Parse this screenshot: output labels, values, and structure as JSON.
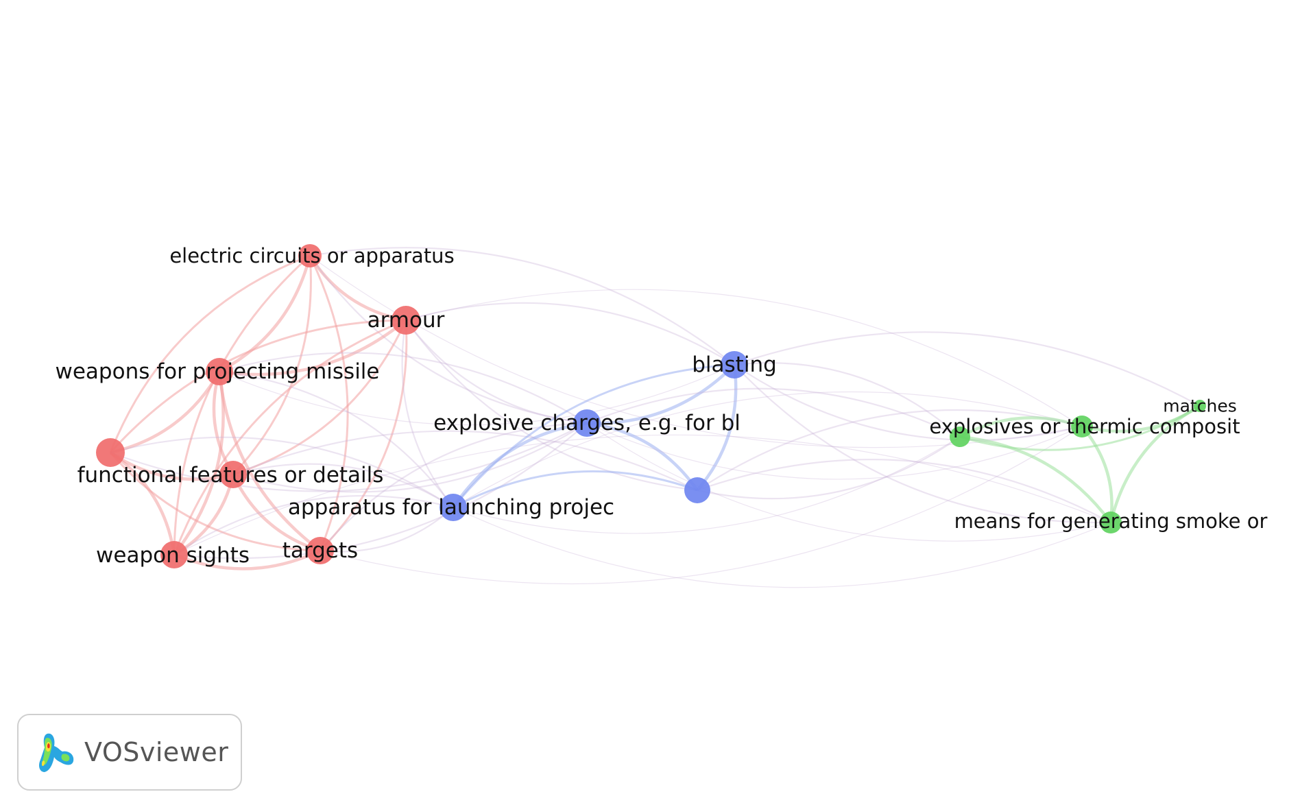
{
  "colors": {
    "cluster_red": "#f06d6d",
    "cluster_blue": "#6f86f0",
    "cluster_green": "#5fd35f",
    "edge_red": "#f2a0a0",
    "edge_blue": "#9aaef0",
    "edge_green": "#9be09b",
    "edge_mixed": "#c8b3d8"
  },
  "logo": {
    "text": "VOSviewer",
    "icon": "vosviewer-density-icon"
  },
  "nodes": [
    {
      "id": "electric-circuits",
      "label": "electric circuits or apparatus",
      "cluster": "red"
    },
    {
      "id": "armour",
      "label": "armour",
      "cluster": "red"
    },
    {
      "id": "weapons-projecting",
      "label": "weapons for projecting missile",
      "cluster": "red"
    },
    {
      "id": "functional-dot",
      "label": "",
      "cluster": "red"
    },
    {
      "id": "functional-features",
      "label": "functional features or details",
      "cluster": "red"
    },
    {
      "id": "weapon-sights",
      "label": "weapon sights",
      "cluster": "red"
    },
    {
      "id": "targets",
      "label": "targets",
      "cluster": "red"
    },
    {
      "id": "blasting",
      "label": "blasting",
      "cluster": "blue"
    },
    {
      "id": "explosive-charges",
      "label": "explosive charges, e.g. for bl",
      "cluster": "blue"
    },
    {
      "id": "apparatus-launching",
      "label": "apparatus for launching projec",
      "cluster": "blue"
    },
    {
      "id": "blue-unlabeled",
      "label": "",
      "cluster": "blue"
    },
    {
      "id": "explosives-thermic",
      "label": "explosives or thermic composit",
      "cluster": "green"
    },
    {
      "id": "green-left",
      "label": "",
      "cluster": "green"
    },
    {
      "id": "matches",
      "label": "matches",
      "cluster": "green"
    },
    {
      "id": "smoke",
      "label": "means for generating smoke or",
      "cluster": "green"
    }
  ],
  "edges": [
    [
      "electric-circuits",
      "armour"
    ],
    [
      "electric-circuits",
      "weapons-projecting"
    ],
    [
      "electric-circuits",
      "functional-dot"
    ],
    [
      "electric-circuits",
      "functional-features"
    ],
    [
      "electric-circuits",
      "weapon-sights"
    ],
    [
      "electric-circuits",
      "targets"
    ],
    [
      "electric-circuits",
      "explosive-charges"
    ],
    [
      "electric-circuits",
      "blasting"
    ],
    [
      "electric-circuits",
      "explosives-thermic"
    ],
    [
      "armour",
      "weapons-projecting"
    ],
    [
      "armour",
      "functional-dot"
    ],
    [
      "armour",
      "functional-features"
    ],
    [
      "armour",
      "weapon-sights"
    ],
    [
      "armour",
      "targets"
    ],
    [
      "armour",
      "explosive-charges"
    ],
    [
      "armour",
      "blasting"
    ],
    [
      "armour",
      "blue-unlabeled"
    ],
    [
      "armour",
      "explosives-thermic"
    ],
    [
      "armour",
      "apparatus-launching"
    ],
    [
      "weapons-projecting",
      "functional-dot"
    ],
    [
      "weapons-projecting",
      "functional-features"
    ],
    [
      "weapons-projecting",
      "weapon-sights"
    ],
    [
      "weapons-projecting",
      "targets"
    ],
    [
      "weapons-projecting",
      "explosive-charges"
    ],
    [
      "weapons-projecting",
      "blasting"
    ],
    [
      "weapons-projecting",
      "apparatus-launching"
    ],
    [
      "functional-dot",
      "functional-features"
    ],
    [
      "functional-dot",
      "weapon-sights"
    ],
    [
      "functional-dot",
      "targets"
    ],
    [
      "functional-dot",
      "apparatus-launching"
    ],
    [
      "functional-dot",
      "explosive-charges"
    ],
    [
      "functional-features",
      "weapon-sights"
    ],
    [
      "functional-features",
      "targets"
    ],
    [
      "functional-features",
      "apparatus-launching"
    ],
    [
      "functional-features",
      "explosive-charges"
    ],
    [
      "functional-features",
      "blue-unlabeled"
    ],
    [
      "weapon-sights",
      "targets"
    ],
    [
      "weapon-sights",
      "apparatus-launching"
    ],
    [
      "weapon-sights",
      "explosive-charges"
    ],
    [
      "weapon-sights",
      "smoke"
    ],
    [
      "targets",
      "apparatus-launching"
    ],
    [
      "targets",
      "explosive-charges"
    ],
    [
      "targets",
      "explosives-thermic"
    ],
    [
      "blasting",
      "explosive-charges"
    ],
    [
      "blasting",
      "apparatus-launching"
    ],
    [
      "blasting",
      "blue-unlabeled"
    ],
    [
      "blasting",
      "explosives-thermic"
    ],
    [
      "blasting",
      "green-left"
    ],
    [
      "blasting",
      "smoke"
    ],
    [
      "blasting",
      "matches"
    ],
    [
      "explosive-charges",
      "apparatus-launching"
    ],
    [
      "explosive-charges",
      "blue-unlabeled"
    ],
    [
      "explosive-charges",
      "explosives-thermic"
    ],
    [
      "explosive-charges",
      "green-left"
    ],
    [
      "explosive-charges",
      "smoke"
    ],
    [
      "apparatus-launching",
      "blue-unlabeled"
    ],
    [
      "apparatus-launching",
      "green-left"
    ],
    [
      "apparatus-launching",
      "explosives-thermic"
    ],
    [
      "apparatus-launching",
      "smoke"
    ],
    [
      "blue-unlabeled",
      "explosives-thermic"
    ],
    [
      "blue-unlabeled",
      "green-left"
    ],
    [
      "blue-unlabeled",
      "smoke"
    ],
    [
      "explosives-thermic",
      "green-left"
    ],
    [
      "explosives-thermic",
      "smoke"
    ],
    [
      "explosives-thermic",
      "matches"
    ],
    [
      "green-left",
      "smoke"
    ],
    [
      "green-left",
      "matches"
    ],
    [
      "smoke",
      "matches"
    ]
  ]
}
